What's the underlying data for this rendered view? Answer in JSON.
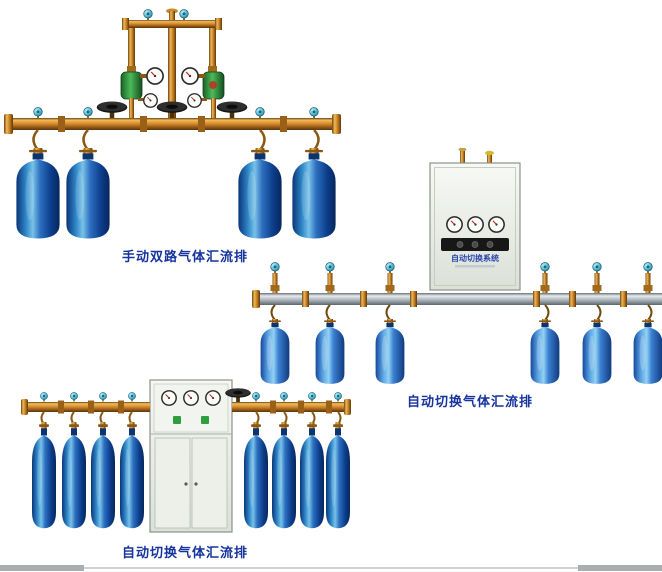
{
  "page": {
    "background": "#ffffff",
    "footer_rule_color": "#c2c6ca"
  },
  "products": [
    {
      "id": "manual-dual-manifold",
      "caption": "手动双路气体汇流排",
      "cylinder_count": 4,
      "cylinder_color": "#1a5fae",
      "pipe_color": "#d4872a"
    },
    {
      "id": "auto-switch-wall-manifold",
      "caption": "自动切换气体汇流排",
      "cabinet_label": "自动切换系统",
      "cylinder_count": 6,
      "cylinder_color": "#3b80d2",
      "pipe_color": "#a9b1b8"
    },
    {
      "id": "auto-switch-cabinet-manifold",
      "caption": "自动切换气体汇流排",
      "cylinder_count": 8,
      "cylinder_color": "#1a5fae",
      "pipe_color": "#d4872a"
    }
  ],
  "colors": {
    "caption_text": "#16339e",
    "valve_knob_teal": "#2d9ab8",
    "regulator_green": "#2f9e44",
    "cabinet_body": "#e8ece4",
    "brass_pipe": "#d4872a",
    "steel_pipe": "#a9b1b8"
  }
}
